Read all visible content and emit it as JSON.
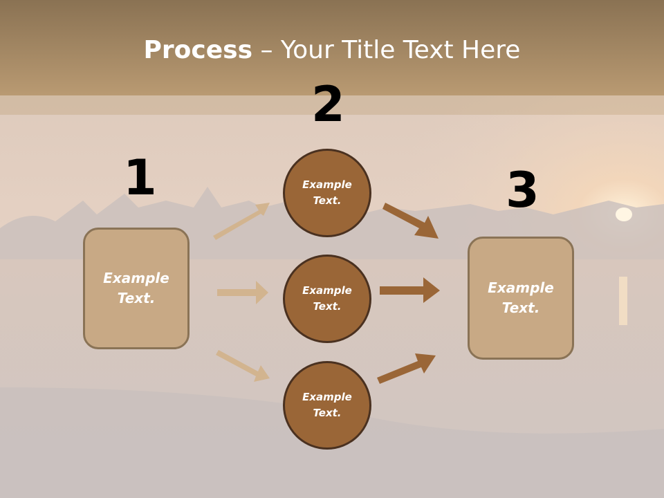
{
  "title": {
    "bold": "Process",
    "rest": " – Your Title Text Here"
  },
  "steps": {
    "one": "1",
    "two": "2",
    "three": "3"
  },
  "left_box": {
    "text": "Example Text."
  },
  "right_box": {
    "text": "Example Text."
  },
  "circles": [
    {
      "text": "Example Text."
    },
    {
      "text": "Example Text."
    },
    {
      "text": "Example Text."
    }
  ],
  "colors": {
    "box_fill": "#c8a985",
    "circle_fill": "#9a6637",
    "arrow_light": "#d2b48f",
    "arrow_dark": "#9a6637"
  }
}
